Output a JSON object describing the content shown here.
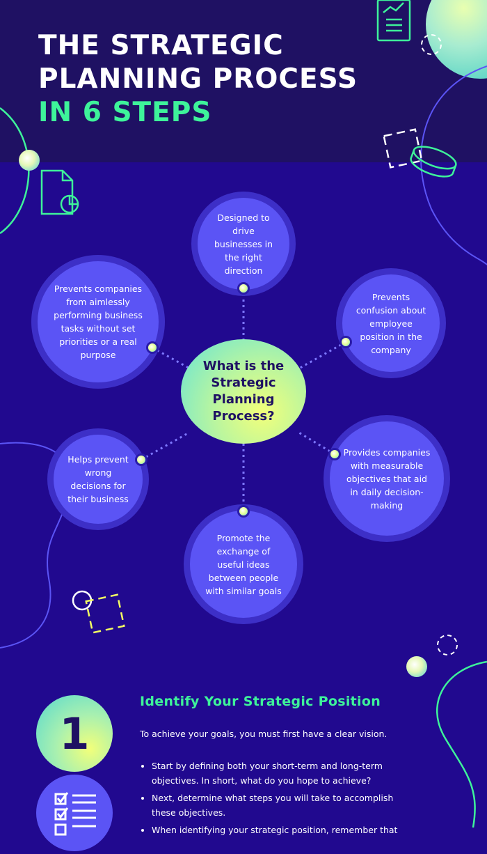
{
  "header": {
    "title_line1": "THE STRATEGIC",
    "title_line2": "PLANNING PROCESS",
    "title_line3": "IN 6 STEPS"
  },
  "diagram": {
    "center_label": "What is the Strategic Planning Process?",
    "items": [
      {
        "text": "Designed to drive businesses in the right direction"
      },
      {
        "text": "Prevents confusion about employee position in the company"
      },
      {
        "text": "Provides companies with measurable objectives that aid in daily decision-making"
      },
      {
        "text": "Promote the exchange of useful ideas between people with similar goals"
      },
      {
        "text": "Helps prevent wrong decisions for their business"
      },
      {
        "text": "Prevents companies from aimlessly performing business tasks without set priorities or a real purpose"
      }
    ]
  },
  "step1": {
    "number": "1",
    "title": "Identify Your Strategic Position",
    "intro": "To achieve your goals, you must first have a clear vision.",
    "bullets": [
      "Start by defining both your short-term and long-term objectives. In short, what do you hope to achieve?",
      "Next, determine what steps you will take to accomplish these objectives.",
      "When identifying your strategic position, remember that"
    ]
  },
  "colors": {
    "background": "#21098f",
    "header_background": "#1f1163",
    "accent_green": "#3ef39a",
    "bubble": "#5b54f5",
    "bubble_ring": "#3d2fc7",
    "center_gradient": [
      "#f2ff7a",
      "#64e3d8"
    ]
  }
}
